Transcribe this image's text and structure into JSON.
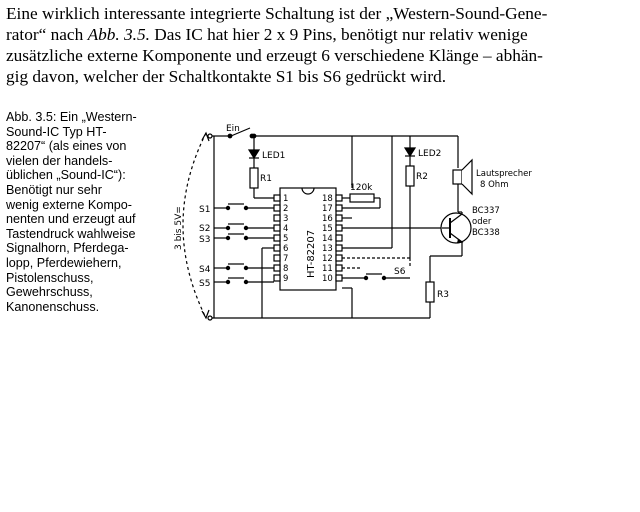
{
  "paragraph": {
    "lines": [
      "Eine wirklich interessante integrierte Schaltung ist der „Western-Sound-Gene-",
      "rator“ nach ",
      " Das IC hat hier 2 x 9 Pins, benötigt nur relativ wenige",
      "zusätzliche externe Komponente und erzeugt 6 verschiedene Klänge – abhän-",
      "gig davon, welcher der Schaltkontakte S1 bis S6 gedrückt wird."
    ],
    "figure_ref": "Abb. 3.5."
  },
  "caption": {
    "lines": [
      "Abb. 3.5: Ein „Western-",
      "Sound-IC Typ HT-",
      "82207“ (als eines von",
      "vielen der handels-",
      "üblichen „Sound-IC“):",
      "Benötigt nur sehr",
      "wenig externe Kompo-",
      "nenten und erzeugt auf",
      "Tastendruck wahlweise",
      "Signalhorn, Pferdega-",
      "lopp, Pferdewiehern,",
      "Pistolenschuss,",
      "Gewehrschuss,",
      "Kanonenschuss."
    ]
  },
  "schematic": {
    "switch_label": "Ein",
    "led1": "LED1",
    "led2": "LED2",
    "r1": "R1",
    "r2": "R2",
    "r3": "R3",
    "resistor_120k": "120k",
    "ic_name": "HT-82207",
    "supply": "3 bis 5V=",
    "speaker_line1": "Lautsprecher",
    "speaker_line2": "8 Ohm",
    "transistor_line1": "BC337",
    "transistor_line2": "oder",
    "transistor_line3": "BC338",
    "switches": [
      "S1",
      "S2",
      "S3",
      "S4",
      "S5",
      "S6"
    ],
    "pins_left": [
      "1",
      "2",
      "3",
      "4",
      "5",
      "6",
      "7",
      "8",
      "9"
    ],
    "pins_right": [
      "18",
      "17",
      "16",
      "15",
      "14",
      "13",
      "12",
      "11",
      "10"
    ]
  }
}
